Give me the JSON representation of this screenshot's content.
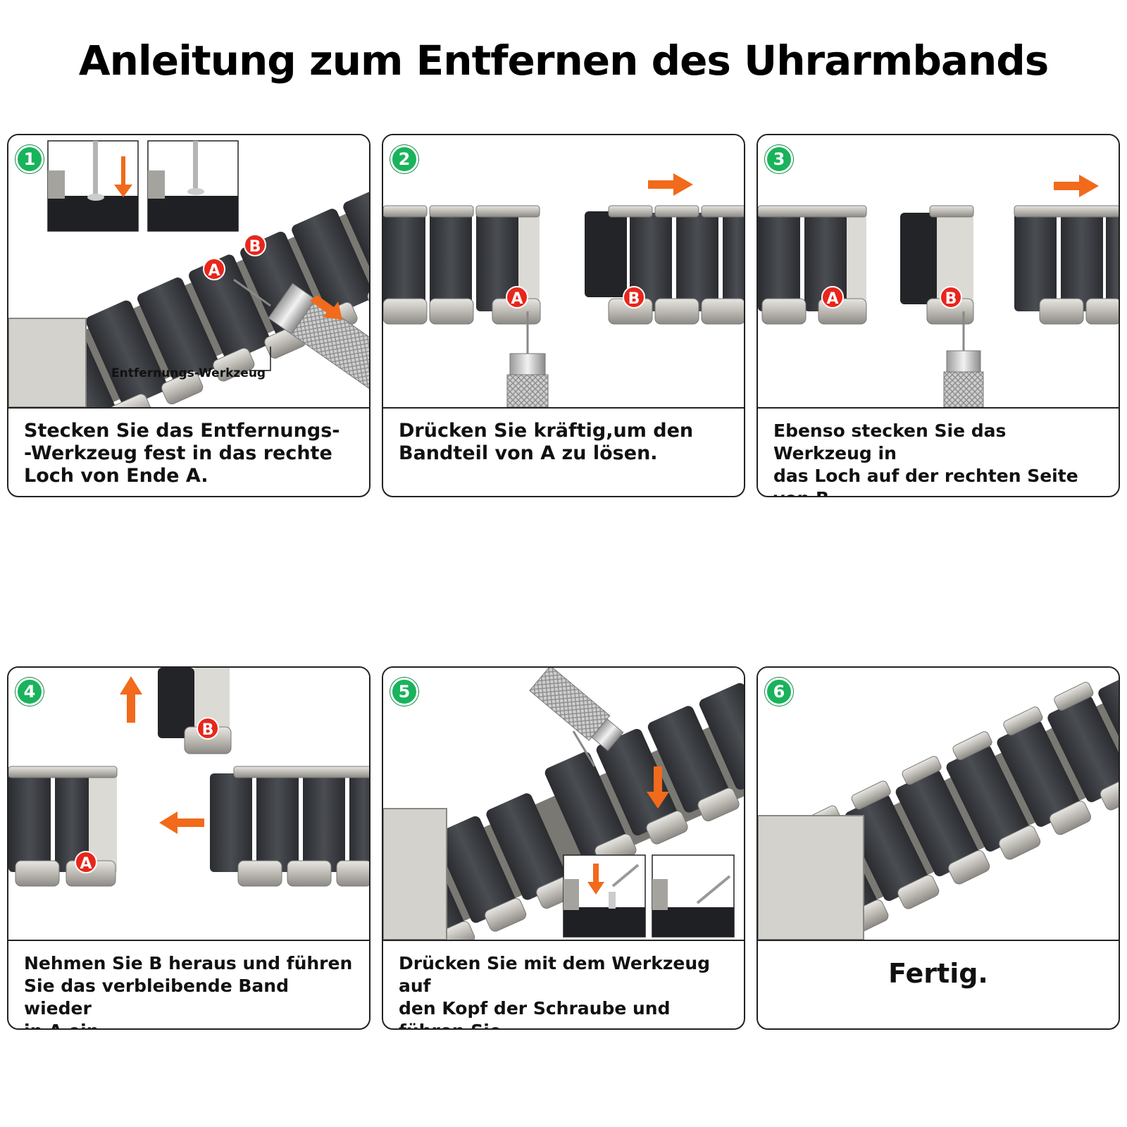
{
  "title": "Anleitung zum Entfernen des Uhrarmbands",
  "steps": [
    {
      "number": "1",
      "caption": "Stecken Sie das Entfernungs-\n-Werkzeug fest in das rechte\nLoch von Ende A.",
      "tool_label": "Entfernungs-Werkzeug",
      "marker_a": "A",
      "marker_b": "B"
    },
    {
      "number": "2",
      "caption": "Drücken Sie kräftig,um den\nBandteil von A zu lösen.",
      "marker_a": "A",
      "marker_b": "B"
    },
    {
      "number": "3",
      "caption": "Ebenso stecken Sie das Werkzeug in\ndas Loch auf der rechten Seite von B,\num den Bandteil von B zu entfernen.",
      "marker_a": "A",
      "marker_b": "B"
    },
    {
      "number": "4",
      "caption": "Nehmen Sie B heraus und führen\nSie das verbleibende Band wieder\nin A ein.",
      "marker_a": "A",
      "marker_b": "B"
    },
    {
      "number": "5",
      "caption": "Drücken Sie mit dem Werkzeug auf\nden Kopf der Schraube und führen Sie\ndie Bänder in die Metallschiene ein."
    },
    {
      "number": "6",
      "caption": "Fertig."
    }
  ],
  "colors": {
    "badge_green": "#19b35c",
    "marker_red": "#e8261c",
    "arrow_orange": "#f26a1b",
    "rubber_dark": "#3a3d42",
    "steel_light": "#c9c7c2"
  }
}
